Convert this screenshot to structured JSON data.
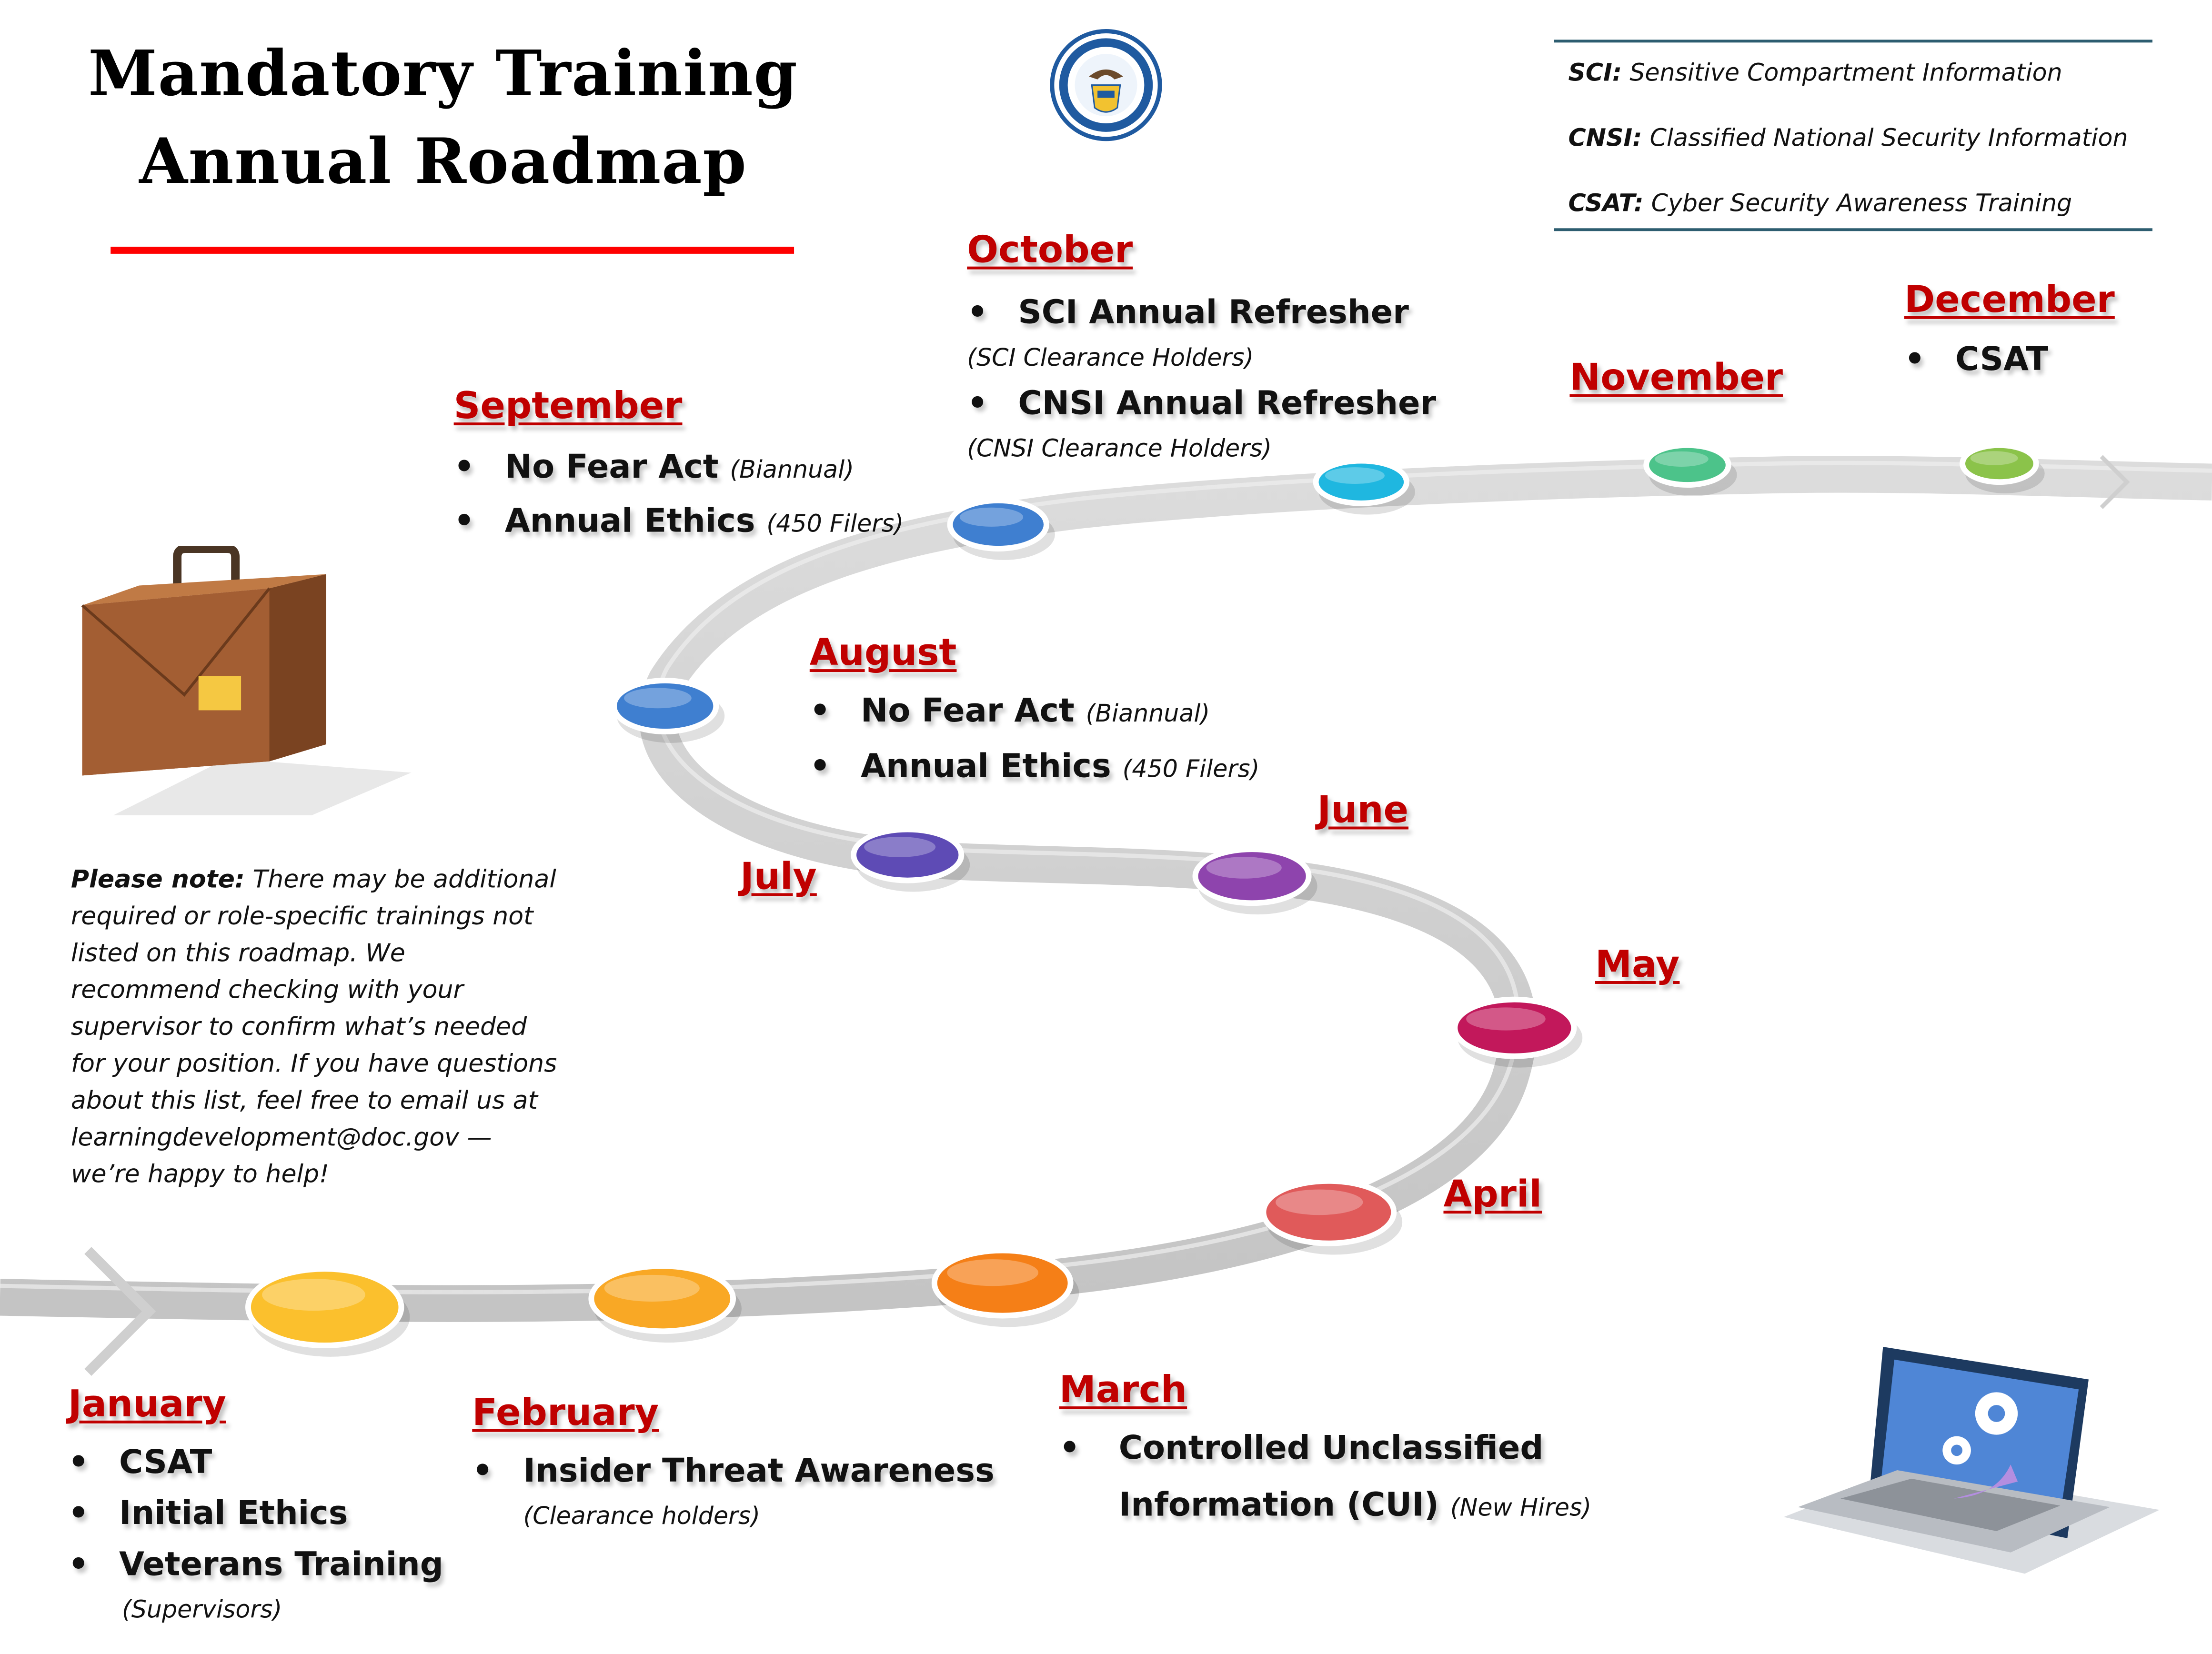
{
  "header": {
    "title_line1": "Mandatory Training",
    "title_line2": "Annual Roadmap",
    "seal_icon": "department-of-commerce-seal-icon"
  },
  "legend": [
    {
      "abbr": "SCI:",
      "text": "Sensitive Compartment Information"
    },
    {
      "abbr": "CNSI:",
      "text": "Classified National Security Information"
    },
    {
      "abbr": "CSAT:",
      "text": "Cyber Security Awareness Training"
    }
  ],
  "note": {
    "lead": "Please note:",
    "text": "There may be additional required or role-specific trainings not listed on this roadmap. We recommend checking with your supervisor to confirm what’s needed for your position. If you have questions about this list, feel free to email us at learningdevelopment@doc.gov — we’re happy to help!"
  },
  "months": [
    {
      "name": "January",
      "color": "#fbc02d",
      "items": [
        {
          "text": "CSAT",
          "note": ""
        },
        {
          "text": "Initial Ethics",
          "note": ""
        },
        {
          "text": "Veterans Training",
          "note": ""
        }
      ],
      "subnote": "(Supervisors)"
    },
    {
      "name": "February",
      "color": "#f9a825",
      "items": [
        {
          "text": "Insider Threat Awareness",
          "note": ""
        }
      ],
      "subnote": "(Clearance holders)"
    },
    {
      "name": "March",
      "color": "#f57f17",
      "items": [
        {
          "text": "Controlled Unclassified",
          "note": ""
        }
      ],
      "line2": "Information (CUI)",
      "line2_note": "(New Hires)"
    },
    {
      "name": "April",
      "color": "#e05a5a",
      "items": []
    },
    {
      "name": "May",
      "color": "#c2185b",
      "items": []
    },
    {
      "name": "June",
      "color": "#8e44ad",
      "items": []
    },
    {
      "name": "July",
      "color": "#5e4bb5",
      "items": []
    },
    {
      "name": "August",
      "color": "#3f7fd0",
      "items": [
        {
          "text": "No Fear Act",
          "note": "(Biannual)"
        },
        {
          "text": "Annual Ethics",
          "note": "(450 Filers)"
        }
      ]
    },
    {
      "name": "September",
      "color": "#3f7fd0",
      "items": [
        {
          "text": "No Fear Act",
          "note": "(Biannual)"
        },
        {
          "text": "Annual Ethics",
          "note": "(450 Filers)"
        }
      ]
    },
    {
      "name": "October",
      "color": "#1fb7e0",
      "items": [
        {
          "text": "SCI Annual Refresher",
          "note": ""
        },
        {
          "text": "CNSI Annual Refresher",
          "note": ""
        }
      ],
      "subnotes": [
        "(SCI Clearance Holders)",
        "(CNSI Clearance Holders)"
      ]
    },
    {
      "name": "November",
      "color": "#4cc38a",
      "items": []
    },
    {
      "name": "December",
      "color": "#8bc34a",
      "items": [
        {
          "text": "CSAT",
          "note": ""
        }
      ]
    }
  ],
  "bullet": "•",
  "icons": {
    "briefcase": "briefcase-icon",
    "laptop": "laptop-gears-icon",
    "arrow": "chevron-right-icon"
  }
}
